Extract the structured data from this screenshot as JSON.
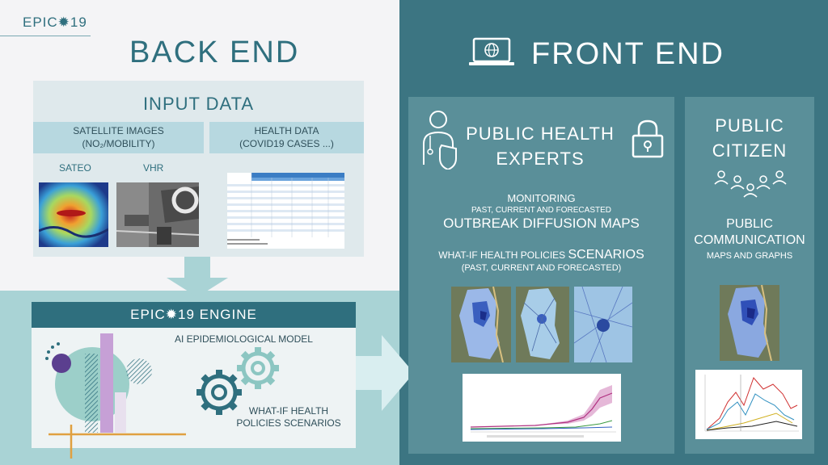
{
  "logo": "EPIC✹19",
  "back_end": {
    "title": "BACK END",
    "input_data": {
      "title": "INPUT DATA",
      "satellite_tag_line1": "SATELLITE IMAGES",
      "satellite_tag_line2": "(NO₂/MOBILITY)",
      "health_tag_line1": "HEALTH DATA",
      "health_tag_line2": "(COVID19 CASES ...)",
      "sateo_label": "SATEO",
      "vhr_label": "VHR"
    },
    "engine": {
      "title": "EPIC✹19  ENGINE",
      "model_label": "AI EPIDEMIOLOGICAL MODEL",
      "whatif_line1": "WHAT-IF HEALTH",
      "whatif_line2": "POLICIES SCENARIOS"
    }
  },
  "front_end": {
    "title": "FRONT END",
    "experts": {
      "title_line1": "PUBLIC HEALTH",
      "title_line2": "EXPERTS",
      "monitoring": "MONITORING",
      "monitoring_sub": "PAST, CURRENT AND FORECASTED",
      "outbreak": "OUTBREAK DIFFUSION MAPS",
      "scenarios_prefix": "WHAT-IF HEALTH POLICIES ",
      "scenarios_big": "SCENARIOS",
      "scenarios_sub": "(PAST, CURRENT AND FORECASTED)"
    },
    "citizen": {
      "title_line1": "PUBLIC",
      "title_line2": "CITIZEN",
      "public": "PUBLIC",
      "communication": "COMMUNICATION",
      "maps_graphs": "MAPS AND GRAPHS"
    }
  },
  "colors": {
    "teal_dark": "#2f6f7e",
    "teal_panel": "#5a8f99",
    "right_bg": "#3c7582",
    "left_bottom_bg": "#a9d3d5"
  }
}
